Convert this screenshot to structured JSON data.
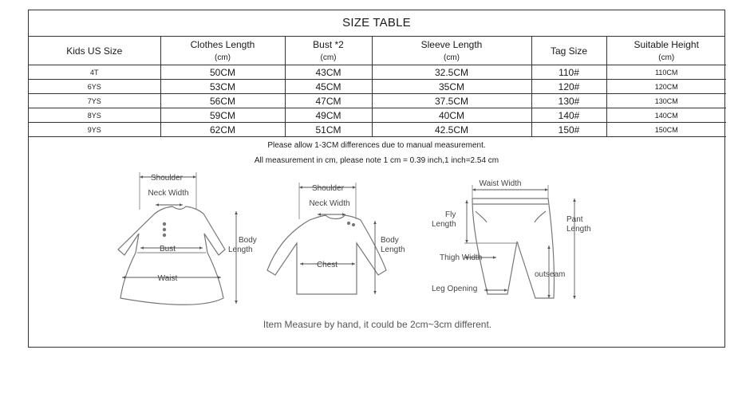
{
  "title": "SIZE TABLE",
  "headers": [
    {
      "label": "Kids US Size",
      "unit": ""
    },
    {
      "label": "Clothes Length",
      "unit": "(cm)"
    },
    {
      "label": "Bust  *2",
      "unit": "(cm)"
    },
    {
      "label": "Sleeve Length",
      "unit": "(cm)"
    },
    {
      "label": "Tag Size",
      "unit": ""
    },
    {
      "label": "Suitable Height",
      "unit": "(cm)"
    }
  ],
  "rows": [
    [
      "4T",
      "50CM",
      "43CM",
      "32.5CM",
      "110#",
      "110CM"
    ],
    [
      "6YS",
      "53CM",
      "45CM",
      "35CM",
      "120#",
      "120CM"
    ],
    [
      "7YS",
      "56CM",
      "47CM",
      "37.5CM",
      "130#",
      "130CM"
    ],
    [
      "8YS",
      "59CM",
      "49CM",
      "40CM",
      "140#",
      "140CM"
    ],
    [
      "9YS",
      "62CM",
      "51CM",
      "42.5CM",
      "150#",
      "150CM"
    ]
  ],
  "notes": [
    "Please allow 1-3CM differences due to manual measurement.",
    "All measurement in cm, please note 1 cm = 0.39 inch,1 inch=2.54 cm"
  ],
  "diagram_labels": {
    "dress": {
      "shoulder": "Shoulder",
      "neck": "Neck Width",
      "bust": "Bust",
      "waist": "Waist",
      "body1": "Body",
      "body2": "Length"
    },
    "shirt": {
      "shoulder": "Shoulder",
      "neck": "Neck Width",
      "chest": "Chest",
      "body1": "Body",
      "body2": "Length"
    },
    "pants": {
      "waist": "Waist Width",
      "fly1": "Fly",
      "fly2": "Length",
      "pant1": "Pant",
      "pant2": "Length",
      "thigh": "Thigh Width",
      "outseam": "outseam",
      "leg": "Leg Opening"
    }
  },
  "footer": "Item Measure by hand, it could be 2cm~3cm different."
}
